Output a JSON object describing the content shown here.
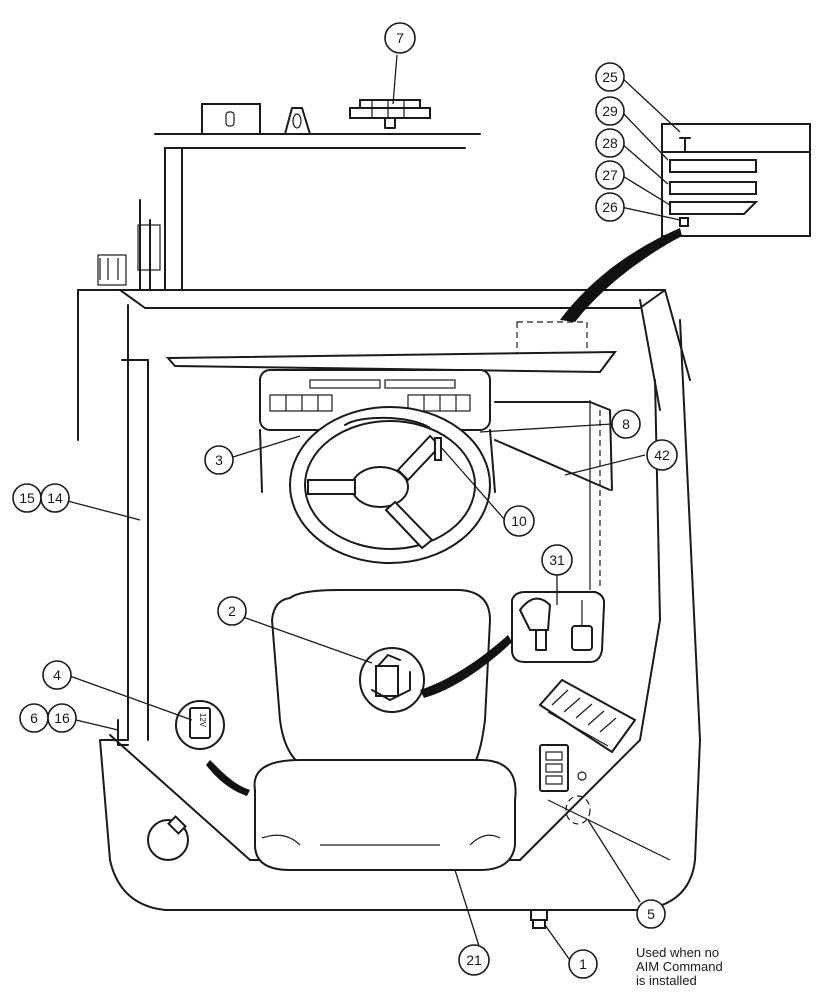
{
  "callouts": [
    {
      "id": "c7",
      "label": "7"
    },
    {
      "id": "c25",
      "label": "25"
    },
    {
      "id": "c29",
      "label": "29"
    },
    {
      "id": "c28",
      "label": "28"
    },
    {
      "id": "c27",
      "label": "27"
    },
    {
      "id": "c26",
      "label": "26"
    },
    {
      "id": "c8",
      "label": "8"
    },
    {
      "id": "c3",
      "label": "3"
    },
    {
      "id": "c42",
      "label": "42"
    },
    {
      "id": "c15",
      "label": "15"
    },
    {
      "id": "c14",
      "label": "14"
    },
    {
      "id": "c10",
      "label": "10"
    },
    {
      "id": "c31",
      "label": "31"
    },
    {
      "id": "c2",
      "label": "2"
    },
    {
      "id": "c4",
      "label": "4"
    },
    {
      "id": "c6",
      "label": "6"
    },
    {
      "id": "c16",
      "label": "16"
    },
    {
      "id": "c5",
      "label": "5"
    },
    {
      "id": "c21",
      "label": "21"
    },
    {
      "id": "c1",
      "label": "1"
    }
  ],
  "note": "Used when no\nAIM Command\nis installed",
  "power_outlet_label": "12V"
}
